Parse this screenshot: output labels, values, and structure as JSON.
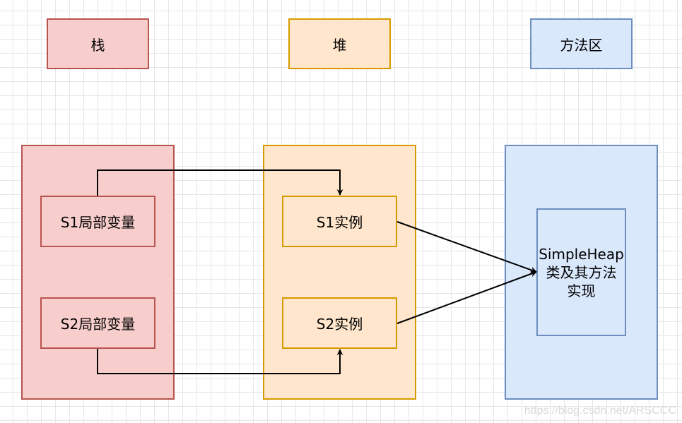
{
  "headers": {
    "stack": "栈",
    "heap": "堆",
    "method_area": "方法区"
  },
  "stack_items": {
    "s1_local": "S1局部变量",
    "s2_local": "S2局部变量"
  },
  "heap_items": {
    "s1_instance": "S1实例",
    "s2_instance": "S2实例"
  },
  "method_area_item": {
    "class_impl_line1": "SimpleHeap",
    "class_impl_line2": "类及其方法",
    "class_impl_line3": "实现"
  },
  "watermark": "https://blog.csdn.net/ARSCCC",
  "colors": {
    "red_fill": "#f8cecc",
    "red_stroke": "#b85450",
    "orange_fill": "#ffe6cc",
    "orange_stroke": "#d79b00",
    "blue_fill": "#dae8fc",
    "blue_stroke": "#6c8ebf"
  }
}
